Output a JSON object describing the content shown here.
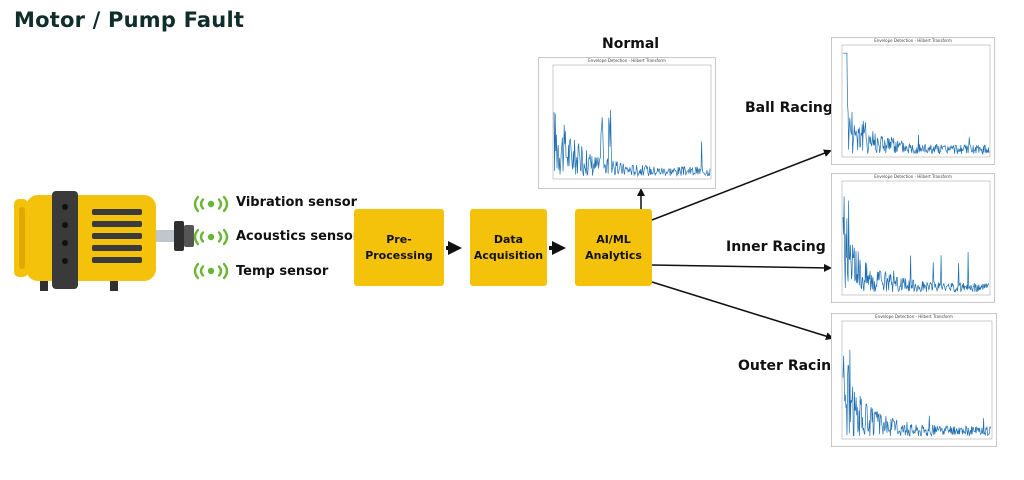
{
  "title": "Motor / Pump Fault",
  "sensors": [
    "Vibration sensor",
    "Acoustics sensor",
    "Temp sensor"
  ],
  "pipeline": {
    "preprocessing": "Pre-Processing",
    "acquisition": "Data Acquisition",
    "analytics": "AI/ML Analytics"
  },
  "outcomes": {
    "normal": "Normal",
    "ball": "Ball Racing",
    "inner": "Inner Racing",
    "outer": "Outer Racing"
  },
  "plot_title": "Envelope Detection - Hilbert Transform",
  "colors": {
    "accent": "#f5c20b",
    "dark": "#3a3a3a",
    "signal": "#1f6fb0",
    "sensor": "#6bb535"
  }
}
